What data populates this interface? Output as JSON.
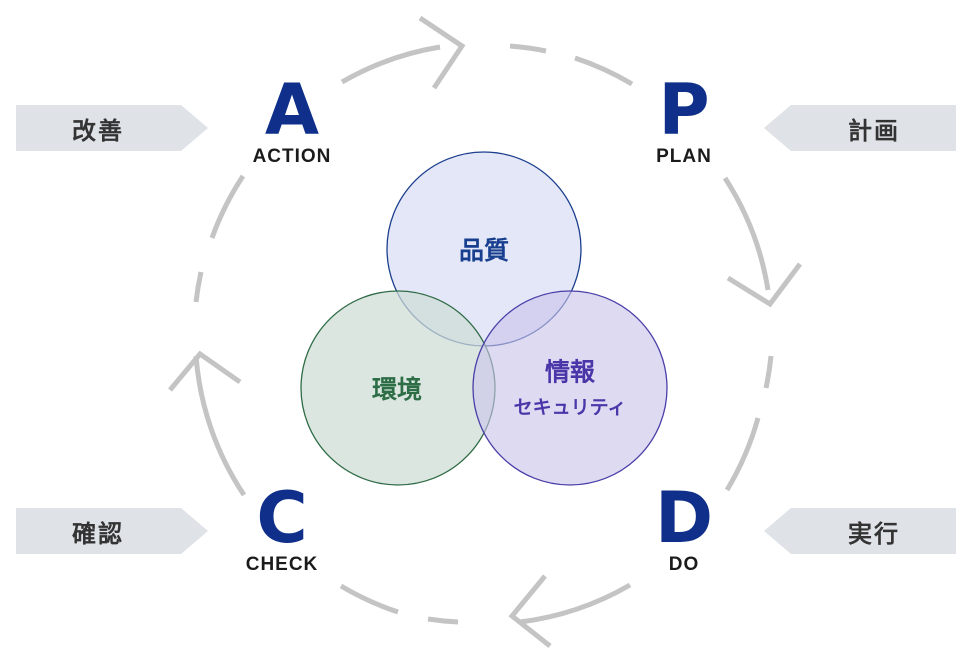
{
  "cycle": {
    "plan": {
      "letter": "P",
      "word": "PLAN",
      "tag": "計画"
    },
    "do": {
      "letter": "D",
      "word": "DO",
      "tag": "実行"
    },
    "check": {
      "letter": "C",
      "word": "CHECK",
      "tag": "確認"
    },
    "action": {
      "letter": "A",
      "word": "ACTION",
      "tag": "改善"
    }
  },
  "circles": {
    "quality": {
      "label": "品質"
    },
    "environment": {
      "label": "環境"
    },
    "security": {
      "label": "情報",
      "sublabel": "セキュリティ"
    }
  },
  "colors": {
    "letter": "#0f2f8a",
    "arc": "#c4c4c4",
    "tag_bg": "#dfe3e8",
    "quality_fill": "#e3e7f8",
    "quality_stroke": "#1b3f8c",
    "quality_text": "#183f8f",
    "environment_fill": "#dde8e0",
    "environment_stroke": "#2f6b46",
    "environment_text": "#2d6e46",
    "security_fill": "#ddd9f0",
    "security_stroke": "#4a3fa8",
    "security_text": "#4a36a8"
  }
}
